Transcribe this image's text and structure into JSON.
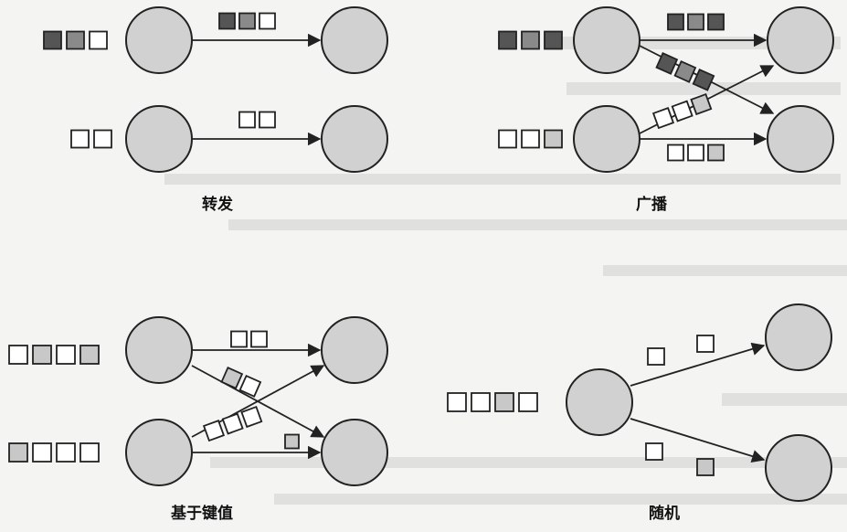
{
  "panels": {
    "forward": {
      "label": "转发"
    },
    "broadcast": {
      "label": "广播"
    },
    "key_based": {
      "label": "基于键值"
    },
    "random": {
      "label": "随机"
    }
  },
  "colors": {
    "dark": "#555555",
    "medium": "#8a8a8a",
    "light": "#c8c8c8",
    "white": "#ffffff",
    "node": "#d1d1d1"
  }
}
